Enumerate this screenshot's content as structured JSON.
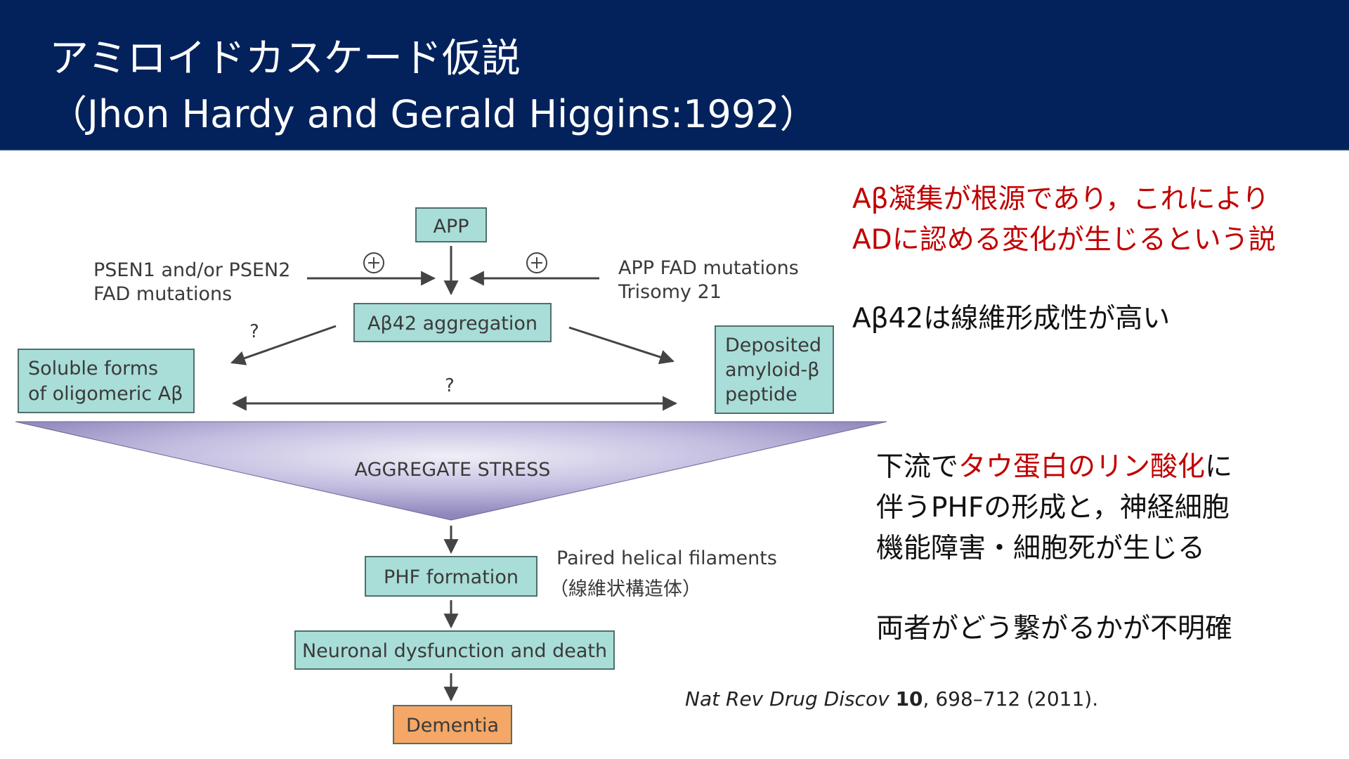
{
  "header": {
    "title_line1": "アミロイドカスケード仮説",
    "title_line2": "（Jhon Hardy and Gerald Higgins:1992）",
    "bg_color": "#03225c"
  },
  "diagram": {
    "app": "APP",
    "psen_line1": "PSEN1 and/or PSEN2",
    "psen_line2": "FAD mutations",
    "app_fad_line1": "APP FAD mutations",
    "app_fad_line2": "Trisomy 21",
    "ab42": "Aβ42 aggregation",
    "soluble_line1": "Soluble forms",
    "soluble_line2": "of oligomeric Aβ",
    "deposited_line1": "Deposited",
    "deposited_line2": "amyloid-β",
    "deposited_line3": "peptide",
    "question": "?",
    "stress": "AGGREGATE STRESS",
    "phf": "PHF formation",
    "phf_note_line1": "Paired helical filaments",
    "phf_note_line2": "（線維状構造体）",
    "neuronal": "Neuronal  dysfunction and death",
    "dementia": "Dementia",
    "box_color": "#a9ddd8",
    "dementia_color": "#f4a766"
  },
  "notes": {
    "note1_line1": "Aβ凝集が根源であり，これにより",
    "note1_line2": "ADに認める変化が生じるという説",
    "note2": "Aβ42は線維形成性が高い",
    "note3_prefix": "下流で",
    "note3_red": "タウ蛋白のリン酸化",
    "note3_suffix": "に",
    "note3_line2": "伴うPHFの形成と，神経細胞",
    "note3_line3": "機能障害・細胞死が生じる",
    "note4": "両者がどう繋がるかが不明確",
    "red_color": "#c00000"
  },
  "citation": {
    "journal": "Nat Rev Drug Discov",
    "volume": "10",
    "rest": ", 698–712 (2011)."
  }
}
